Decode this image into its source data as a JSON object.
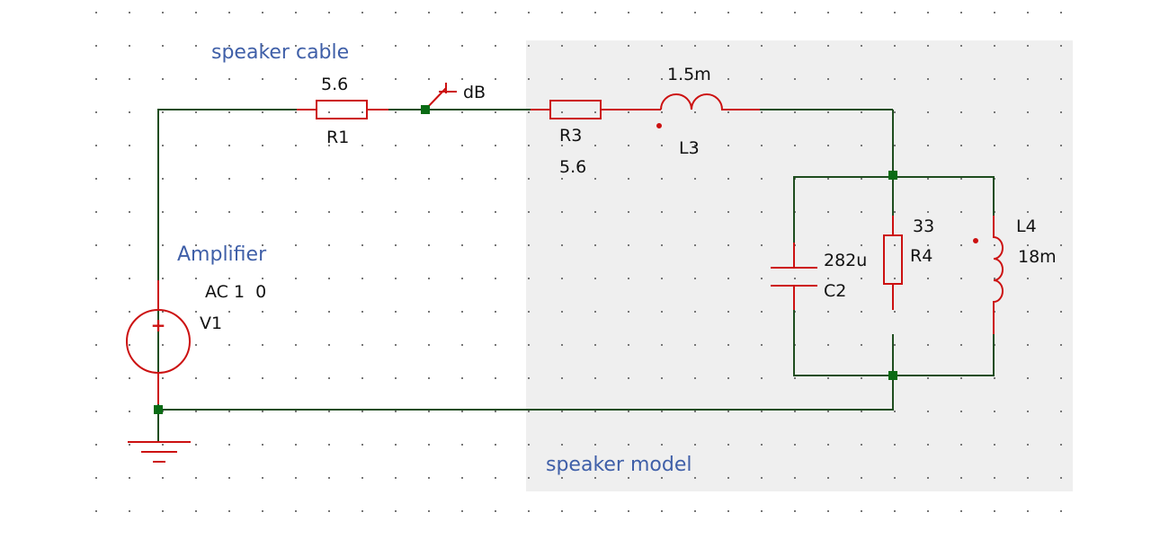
{
  "colors": {
    "wire": "#1f4d1f",
    "component": "#cc1111",
    "node": "#0a6b14",
    "region_label": "#3f5fa8",
    "text": "#111111",
    "grid_dot": "#777777",
    "shaded_region": "#efefef"
  },
  "labels": {
    "speaker_cable": "speaker cable",
    "amplifier": "Amplifier",
    "speaker_model": "speaker model",
    "probe": "dB"
  },
  "components": {
    "r1": {
      "name": "R1",
      "value": "5.6"
    },
    "r3": {
      "name": "R3",
      "value": "5.6"
    },
    "l3": {
      "name": "L3",
      "value": "1.5m"
    },
    "r4": {
      "name": "R4",
      "value": "33"
    },
    "c2": {
      "name": "C2",
      "value": "282u"
    },
    "l4": {
      "name": "L4",
      "value": "18m"
    },
    "v1": {
      "name": "V1",
      "value": "AC 1  0",
      "polarity": "+"
    }
  },
  "icons": {
    "ground": "ground-symbol-icon",
    "probe": "db-probe-icon",
    "source": "ac-voltage-source-icon"
  }
}
